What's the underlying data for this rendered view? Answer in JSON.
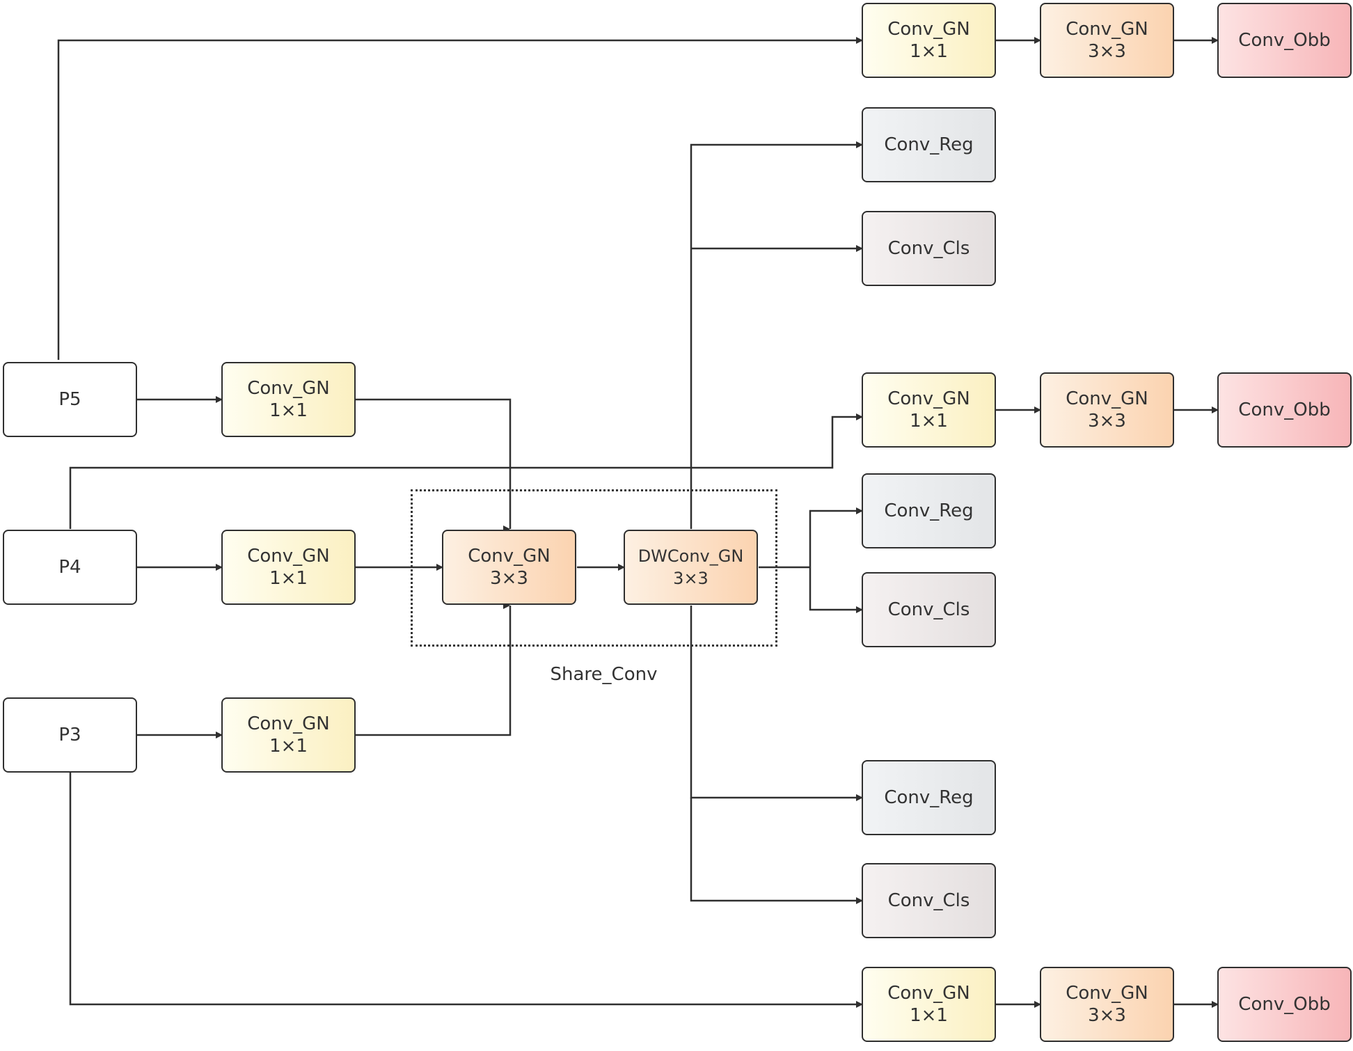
{
  "diagram": {
    "inputs": {
      "p5": "P5",
      "p4": "P4",
      "p3": "P3"
    },
    "conv_gn_1x1": {
      "name": "Conv_GN",
      "kernel": "1×1"
    },
    "conv_gn_3x3": {
      "name": "Conv_GN",
      "kernel": "3×3"
    },
    "dwconv_gn_3x3": {
      "name": "DWConv_GN",
      "kernel": "3×3"
    },
    "conv_obb": "Conv_Obb",
    "conv_reg": "Conv_Reg",
    "conv_cls": "Conv_Cls",
    "share_label": "Share_Conv"
  },
  "colors": {
    "line": "#2f2f2f",
    "conv_1x1_fill": "#fbf0c2",
    "conv_3x3_fill": "#fbd3b0",
    "obb_fill": "#f7b5b8",
    "reg_fill": "#e3e5e7",
    "cls_fill": "#e4dfdf"
  }
}
